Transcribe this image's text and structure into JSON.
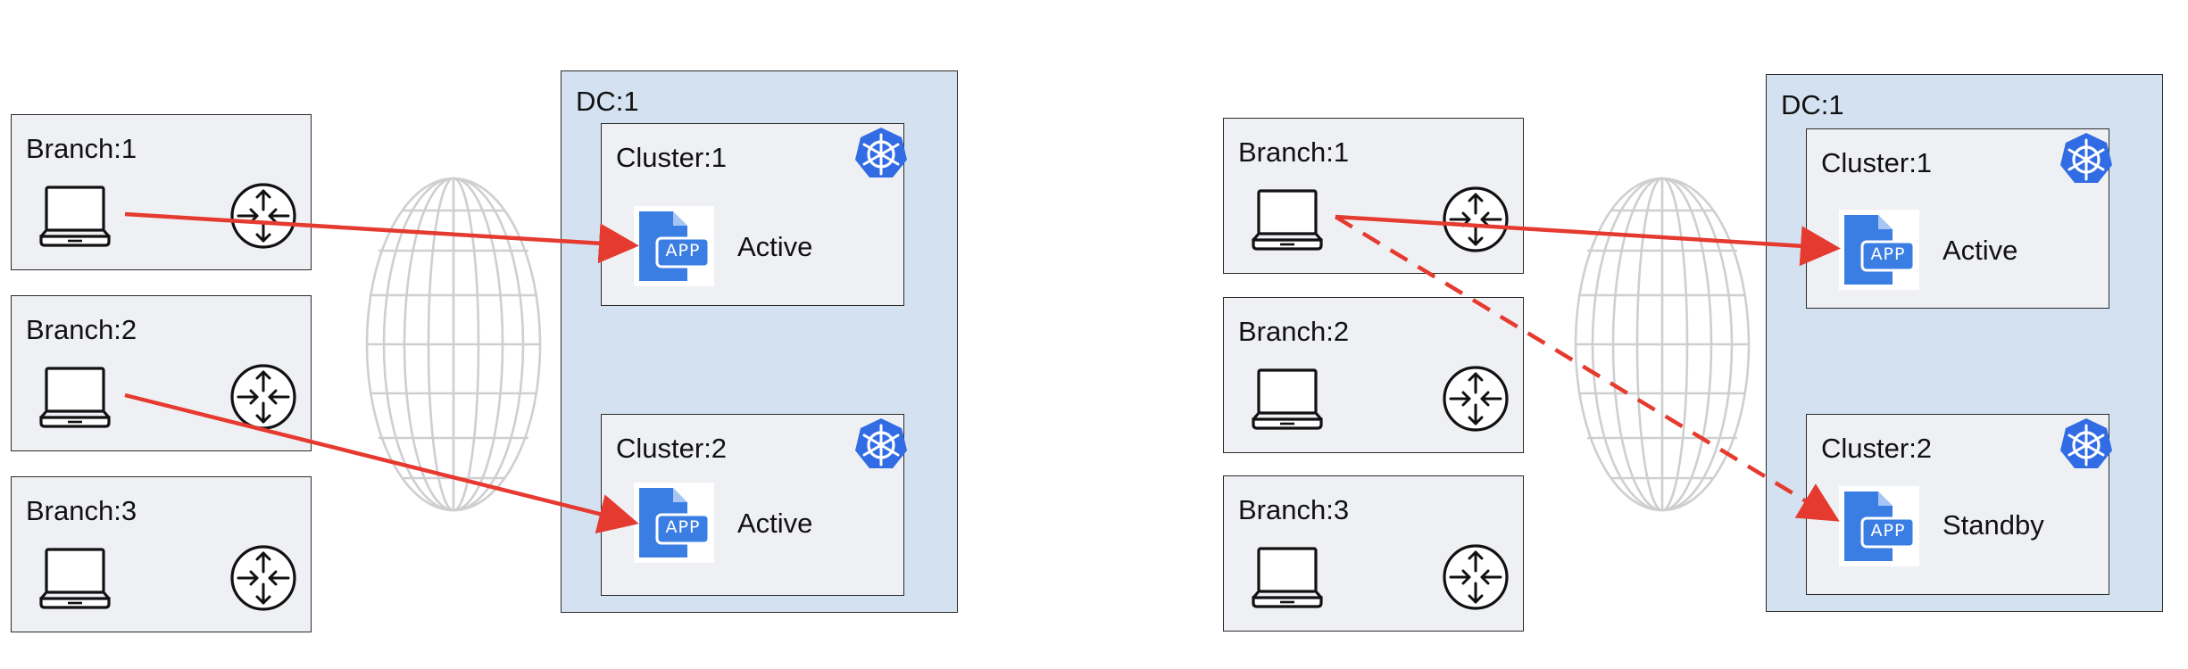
{
  "colors": {
    "branch_fill": "#eff0f4",
    "dc_fill": "#d3e1f0",
    "k8s_blue": "#326ce5",
    "app_blue": "#3b7ee3",
    "arrow_red": "#e53a2f",
    "globe_grey": "#cfcfcf"
  },
  "left": {
    "branches": [
      {
        "label": "Branch:1",
        "laptop_icon": "laptop-icon",
        "router_icon": "router-icon"
      },
      {
        "label": "Branch:2",
        "laptop_icon": "laptop-icon",
        "router_icon": "router-icon"
      },
      {
        "label": "Branch:3",
        "laptop_icon": "laptop-icon",
        "router_icon": "router-icon"
      }
    ],
    "dc": {
      "label": "DC:1",
      "clusters": [
        {
          "label": "Cluster:1",
          "status": "Active",
          "app_icon": "APP",
          "k8s_icon": "kubernetes-icon"
        },
        {
          "label": "Cluster:2",
          "status": "Active",
          "app_icon": "APP",
          "k8s_icon": "kubernetes-icon"
        }
      ]
    },
    "connections": [
      {
        "from": "Branch:1",
        "to": "Cluster:1",
        "style": "solid"
      },
      {
        "from": "Branch:2",
        "to": "Cluster:2",
        "style": "solid"
      }
    ]
  },
  "right": {
    "branches": [
      {
        "label": "Branch:1",
        "laptop_icon": "laptop-icon",
        "router_icon": "router-icon"
      },
      {
        "label": "Branch:2",
        "laptop_icon": "laptop-icon",
        "router_icon": "router-icon"
      },
      {
        "label": "Branch:3",
        "laptop_icon": "laptop-icon",
        "router_icon": "router-icon"
      }
    ],
    "dc": {
      "label": "DC:1",
      "clusters": [
        {
          "label": "Cluster:1",
          "status": "Active",
          "app_icon": "APP",
          "k8s_icon": "kubernetes-icon"
        },
        {
          "label": "Cluster:2",
          "status": "Standby",
          "app_icon": "APP",
          "k8s_icon": "kubernetes-icon"
        }
      ]
    },
    "connections": [
      {
        "from": "Branch:1",
        "to": "Cluster:1",
        "style": "solid"
      },
      {
        "from": "Branch:1",
        "to": "Cluster:2",
        "style": "dashed"
      }
    ]
  }
}
